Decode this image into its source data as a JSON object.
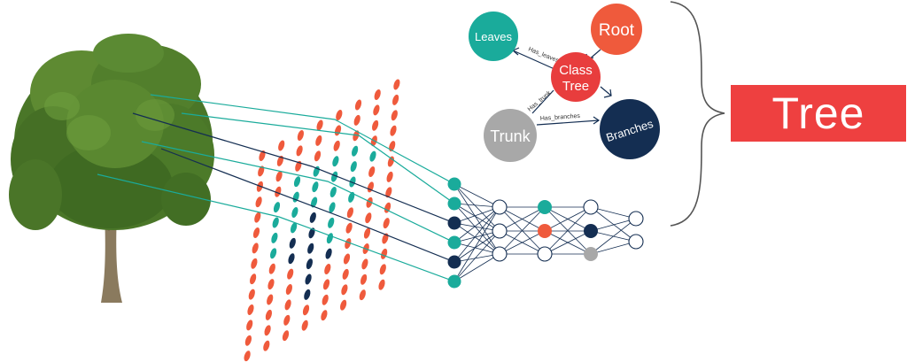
{
  "colors": {
    "teal": "#1aab9b",
    "navy": "#142e52",
    "orange_red": "#ef5a3c",
    "red": "#e83d3d",
    "gray": "#a8a8a8",
    "tree_foliage": "#4d7a2a",
    "result_box": "#ee4040"
  },
  "image": {
    "subject": "tree-photo"
  },
  "knowledge_graph": {
    "nodes": {
      "leaves": "Leaves",
      "root": "Root",
      "class_tree_line1": "Class",
      "class_tree_line2": "Tree",
      "trunk": "Trunk",
      "branches": "Branches"
    },
    "edges": {
      "has_leaves": "Has_leaves",
      "has_trunk": "Has_trunk",
      "has_branches": "Has_branches"
    }
  },
  "result": {
    "label": "Tree"
  },
  "neural_network": {
    "input_node_colors": [
      "teal",
      "teal",
      "navy",
      "teal",
      "navy",
      "teal"
    ],
    "hidden_layers": [
      [
        "white",
        "white",
        "white"
      ],
      [
        "teal",
        "orange_red",
        "white"
      ],
      [
        "white",
        "navy",
        "gray"
      ],
      [
        "white",
        "white"
      ]
    ]
  }
}
